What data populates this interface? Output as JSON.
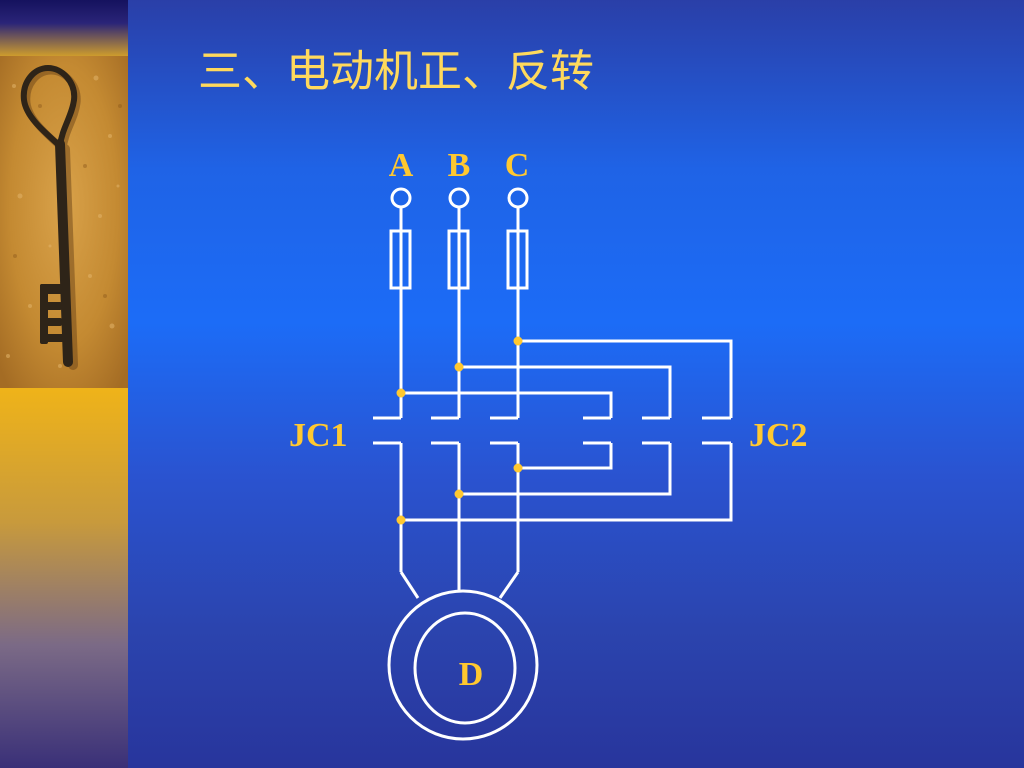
{
  "slide": {
    "title": "三、电动机正、反转"
  },
  "diagram": {
    "phases": [
      "A",
      "B",
      "C"
    ],
    "contactor_forward": "JC1",
    "contactor_reverse": "JC2",
    "motor_label": "D"
  },
  "colors": {
    "background": "#1c6cf7",
    "accent_gold": "#ffc830",
    "line_white": "#ffffff"
  },
  "icons": {
    "photo": "key-photo"
  }
}
